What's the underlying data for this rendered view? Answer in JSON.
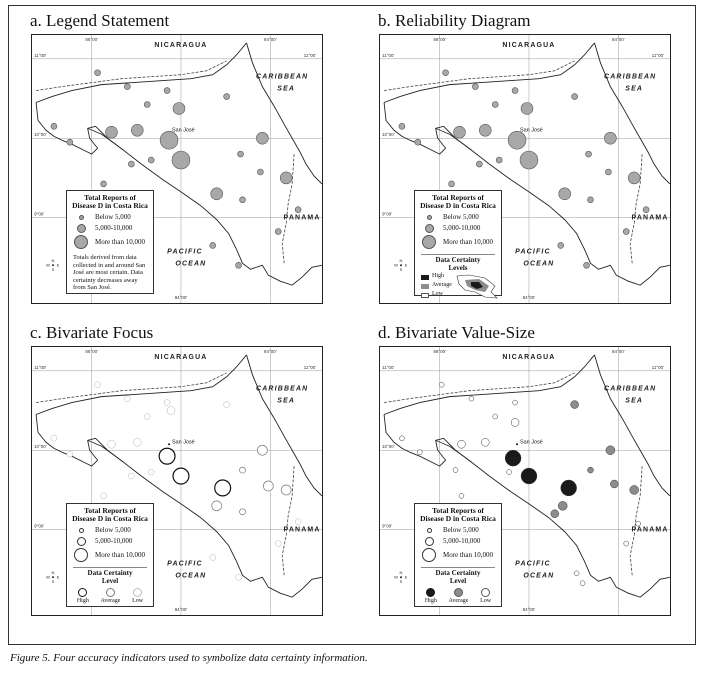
{
  "panels": [
    {
      "title": "a. Legend Statement"
    },
    {
      "title": "b. Reliability Diagram"
    },
    {
      "title": "c. Bivariate Focus"
    },
    {
      "title": "d. Bivariate Value-Size"
    }
  ],
  "map_labels": {
    "nicaragua": "NICARAGUA",
    "caribbean": "CARIBBEAN",
    "sea": "SEA",
    "panama": "PANAMA",
    "pacific": "PACIFIC",
    "ocean": "OCEAN",
    "city": "San José",
    "tick_86": "86°00'",
    "tick_84": "84°00'",
    "tick_82": "82°00'",
    "tick_11": "11°00'",
    "tick_10": "10°00'",
    "tick_9": "9°00'"
  },
  "legend": {
    "title_line1": "Total Reports of",
    "title_line2": "Disease D in Costa Rica",
    "below": "Below 5,000",
    "mid": "5,000-10,000",
    "more": "More than 10,000",
    "note_a": "Totals derived from data collected in and around San José are most certain. Data certainty decreases away from San José.",
    "certainty_title_b_line1": "Data Certainty",
    "certainty_title_b_line2": "Levels",
    "certainty_title_cd_line1": "Data Certainty",
    "certainty_title_cd_line2": "Level",
    "high": "High",
    "average": "Average",
    "low": "Low"
  },
  "symbol_colors": {
    "gray_fill": "#a8a8a8",
    "high": "#1a1a1a",
    "average": "#8c8c8c",
    "low": "#ffffff"
  },
  "caption": "Figure 5. Four accuracy indicators used to symbolize data certainty information."
}
